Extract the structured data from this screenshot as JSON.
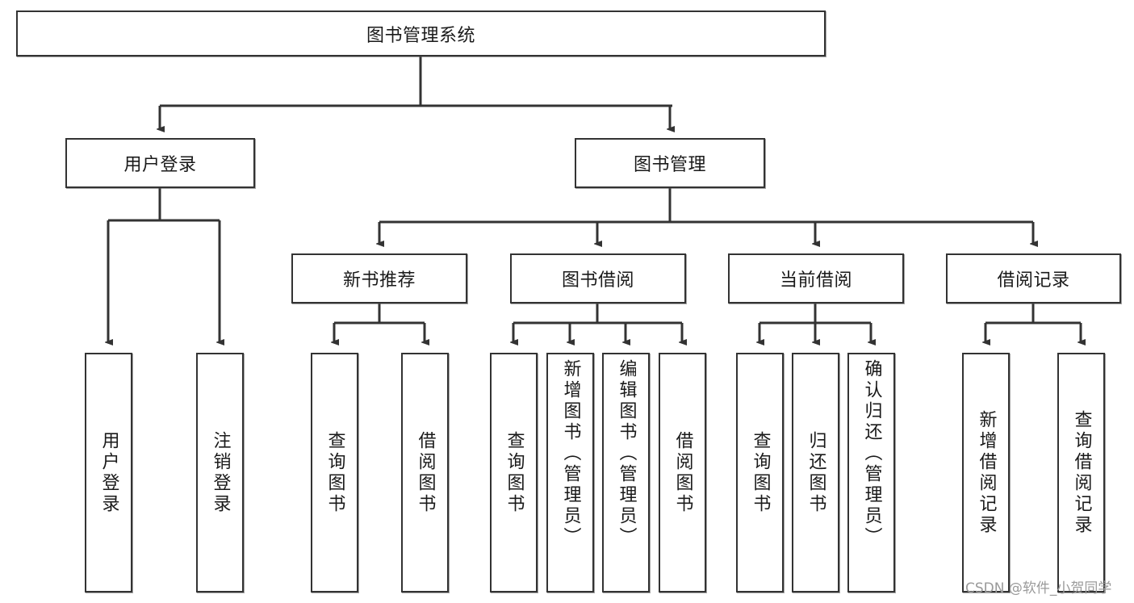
{
  "diagram": {
    "title": "图书管理系统",
    "type": "hierarchy-tree",
    "colors": {
      "box_border": "#333333",
      "box_fill": "#ffffff",
      "edge": "#333333",
      "text": "#1a1a1a",
      "watermark": "#9a9a9a",
      "background": "#ffffff"
    },
    "root": {
      "label": "图书管理系统"
    },
    "level2": [
      {
        "label": "用户登录"
      },
      {
        "label": "图书管理"
      }
    ],
    "level3": [
      {
        "label": "新书推荐"
      },
      {
        "label": "图书借阅"
      },
      {
        "label": "当前借阅"
      },
      {
        "label": "借阅记录"
      }
    ],
    "leaves": {
      "user_login": [
        {
          "label": "用户登录"
        },
        {
          "label": "注销登录"
        }
      ],
      "new_book_recommend": [
        {
          "label": "查询图书"
        },
        {
          "label": "借阅图书"
        }
      ],
      "book_borrow": [
        {
          "label": "查询图书"
        },
        {
          "label": "新增图书（管理员）"
        },
        {
          "label": "编辑图书（管理员）"
        },
        {
          "label": "借阅图书"
        }
      ],
      "current_borrow": [
        {
          "label": "查询图书"
        },
        {
          "label": "归还图书"
        },
        {
          "label": "确认归还（管理员）"
        }
      ],
      "borrow_record": [
        {
          "label": "新增借阅记录"
        },
        {
          "label": "查询借阅记录"
        }
      ]
    }
  },
  "watermark": {
    "text": "CSDN @软件_小贺同学"
  }
}
